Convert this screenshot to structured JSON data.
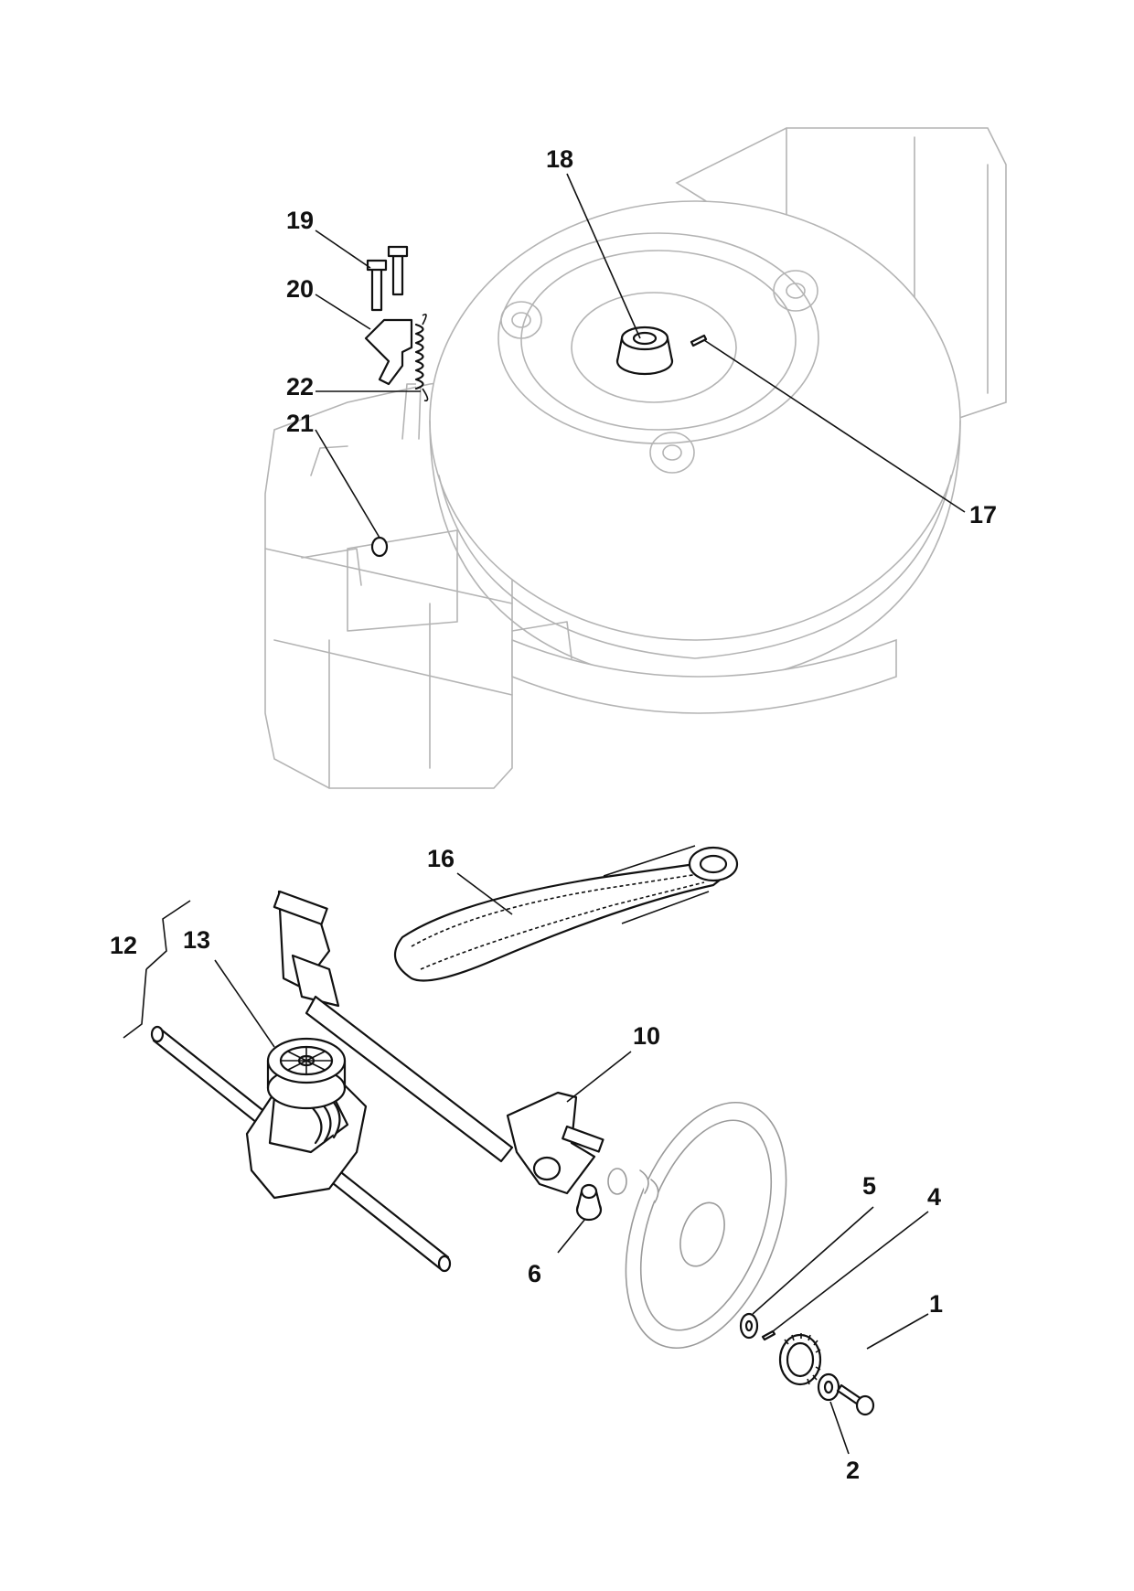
{
  "callouts": [
    {
      "id": "1",
      "label": "1"
    },
    {
      "id": "2",
      "label": "2"
    },
    {
      "id": "4",
      "label": "4"
    },
    {
      "id": "5",
      "label": "5"
    },
    {
      "id": "6",
      "label": "6"
    },
    {
      "id": "10",
      "label": "10"
    },
    {
      "id": "12",
      "label": "12"
    },
    {
      "id": "13",
      "label": "13"
    },
    {
      "id": "16",
      "label": "16"
    },
    {
      "id": "17",
      "label": "17"
    },
    {
      "id": "18",
      "label": "18"
    },
    {
      "id": "19",
      "label": "19"
    },
    {
      "id": "20",
      "label": "20"
    },
    {
      "id": "21",
      "label": "21"
    },
    {
      "id": "22",
      "label": "22"
    }
  ],
  "colors": {
    "ink": "#111111",
    "deck_outline": "#b4b4b4",
    "background": "#ffffff"
  }
}
